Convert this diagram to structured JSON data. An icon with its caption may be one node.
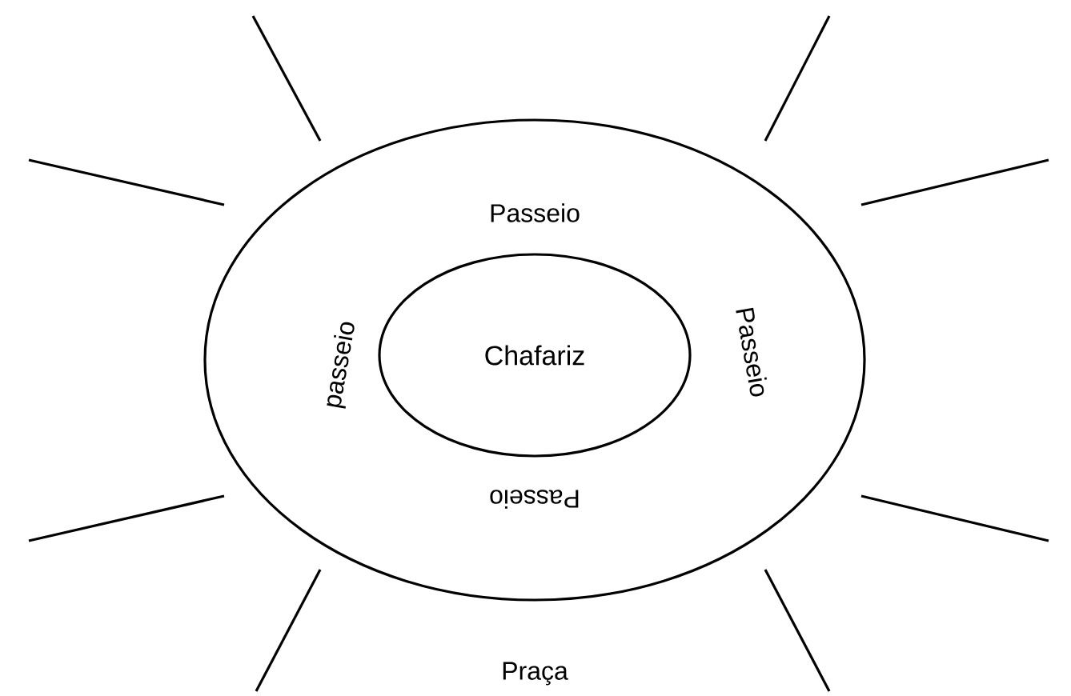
{
  "diagram": {
    "nodes": [
      {
        "text": [
          "Passeio",
          "passeio",
          "Passeio",
          "Passeio"
        ]
      },
      {
        "text": [
          "Chafariz"
        ],
        "in": 0
      }
    ],
    "labels": [
      "Praça"
    ]
  }
}
